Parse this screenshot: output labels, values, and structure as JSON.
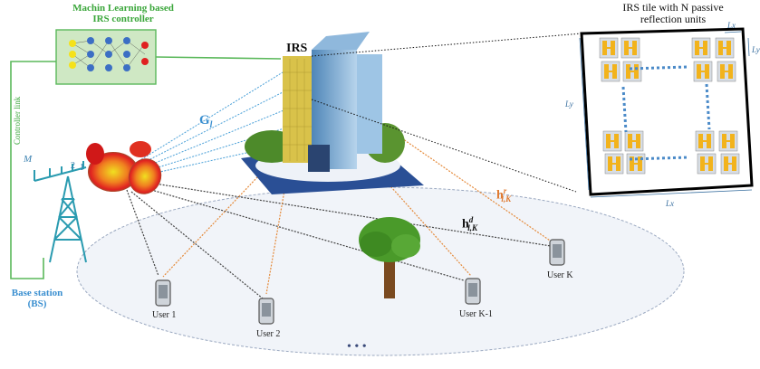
{
  "ml_controller": {
    "title_line1": "Machin Learning based",
    "title_line2": "IRS controller"
  },
  "irs_tile": {
    "title_line1": "IRS tile with N passive",
    "title_line2": "reflection units",
    "lx": "Lx",
    "ly": "Ly",
    "lx_small": "Lx",
    "ly_small": "Ly"
  },
  "labels": {
    "channel_g": "G",
    "channel_g_sub": "l",
    "channel_hr": "h",
    "channel_hr_sup": "r",
    "channel_hr_sub": "l,K",
    "channel_hd": "h",
    "channel_hd_sup": "d",
    "channel_hd_sub": "l,K",
    "irs": "IRS",
    "controller_link": "Controller link",
    "base_station_line1": "Base station",
    "base_station_line2": "(BS)",
    "antenna_m": "M",
    "antenna_2": "2",
    "antenna_1": "1",
    "dots": "• • •"
  },
  "users": [
    {
      "label": "User 1"
    },
    {
      "label": "User 2"
    },
    {
      "label": "User K-1"
    },
    {
      "label": "User K"
    }
  ],
  "colors": {
    "ml_green": "#3aa63a",
    "nn_box": "#cfe8c4",
    "node_yellow": "#f5e21a",
    "node_blue": "#3c6fc4",
    "node_red": "#e02020",
    "link_blue": "#3a8fd0",
    "link_orange": "#e07a30",
    "link_black": "#333333",
    "tower": "#2a9bb0",
    "ellipse_fill": "#f0f3f8"
  }
}
